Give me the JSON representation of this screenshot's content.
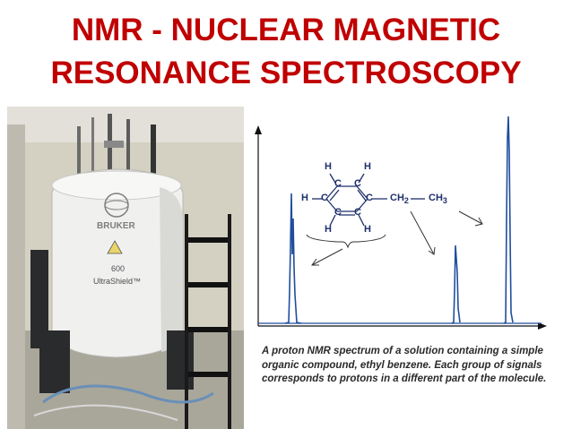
{
  "slide": {
    "title_line1": "NMR - NUCLEAR MAGNETIC",
    "title_line2": "RESONANCE SPECTROSCOPY"
  },
  "photo": {
    "brand": "BRUKER",
    "model_number": "600",
    "model_name": "UltraShield™"
  },
  "spectrum": {
    "molecule_labels": {
      "ch2": "CH",
      "ch2_sub": "2",
      "ch3": "CH",
      "ch3_sub": "3",
      "carbon": "C",
      "hydrogen": "H"
    },
    "caption": "A proton NMR spectrum of a solution containing a simple organic compound, ethyl benzene. Each group of signals corresponds to protons in a different part of the molecule."
  },
  "colors": {
    "title": "#c00000",
    "spectrum_line": "#1f4e9c",
    "molecule": "#1e2f6b"
  }
}
